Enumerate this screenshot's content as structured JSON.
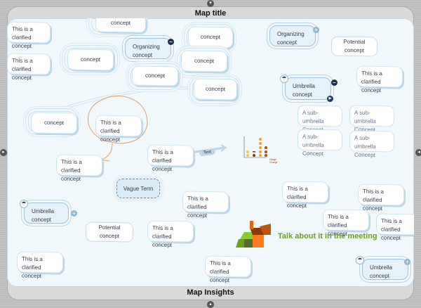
{
  "header": {
    "title": "Map title"
  },
  "footer": {
    "title": "Map Insights"
  },
  "nodes": {
    "clarified": "This is a clarified concept",
    "concept": "concept",
    "organizing": "Organizing concept",
    "potential": "Potential concept",
    "umbrella": "Umbrella concept",
    "sub_umbrella": "A sub- umbrella Concept",
    "vague": "Vague Term",
    "text_label": "Text",
    "note": "Talk about it in the meeting"
  },
  "icons": {
    "collapse": "minus-circle-icon",
    "expand": "plus-circle-icon",
    "umbrella": "umbrella-icon",
    "play": "play-circle-icon"
  },
  "colors": {
    "canvas": "#f1f8fc",
    "note_green": "#6aa121",
    "annotation_orange": "#e8a060",
    "chart_series_a": "#f7b733",
    "chart_series_b": "#a0430f"
  },
  "embedded_chart": {
    "legend": [
      "Usage",
      "Charge"
    ]
  }
}
